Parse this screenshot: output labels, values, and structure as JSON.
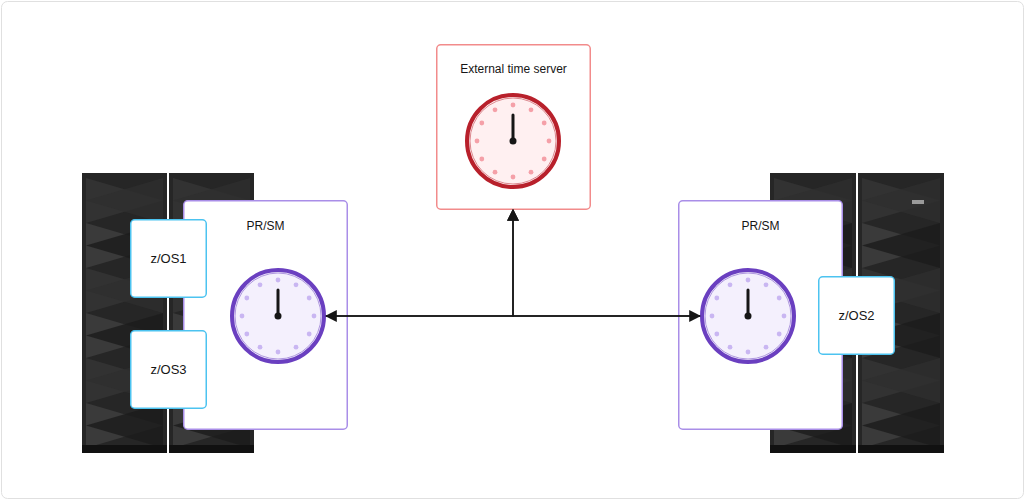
{
  "diagram": {
    "nodes": [
      {
        "text": [
          "External time server"
        ]
      },
      {
        "text": [
          "PR/SM"
        ]
      },
      {
        "text": [
          "z/OS1"
        ]
      },
      {
        "text": [
          "z/OS3"
        ]
      },
      {
        "text": [
          "PR/SM"
        ]
      },
      {
        "text": [
          "z/OS2"
        ]
      }
    ],
    "edges": [
      {
        "from": 1,
        "to": 4,
        "arrow": "both"
      },
      {
        "from": 1,
        "to": 0,
        "arrow": "to"
      },
      {
        "from": 4,
        "to": 0,
        "arrow": "to"
      }
    ]
  }
}
